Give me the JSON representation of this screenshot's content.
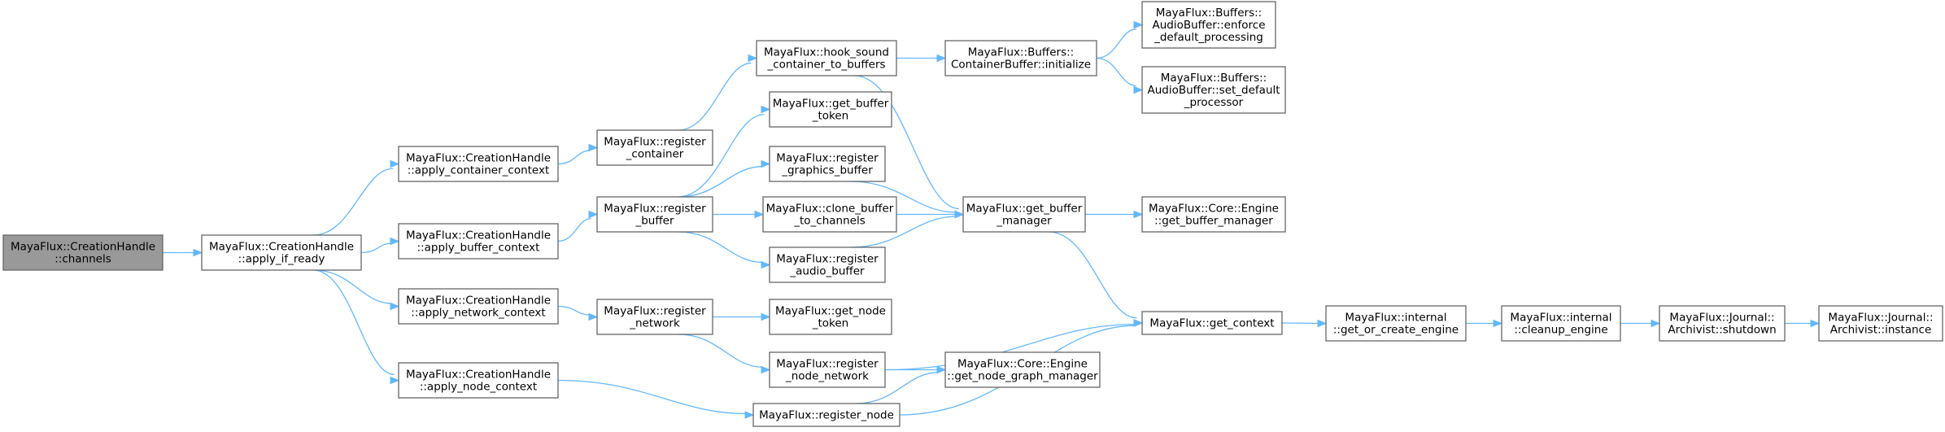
{
  "nodes": {
    "n_channels": [
      "MayaFlux::CreationHandle",
      "::channels"
    ],
    "n_apply_if_ready": [
      "MayaFlux::CreationHandle",
      "::apply_if_ready"
    ],
    "n_apply_container_context": [
      "MayaFlux::CreationHandle",
      "::apply_container_context"
    ],
    "n_apply_buffer_context": [
      "MayaFlux::CreationHandle",
      "::apply_buffer_context"
    ],
    "n_apply_network_context": [
      "MayaFlux::CreationHandle",
      "::apply_network_context"
    ],
    "n_apply_node_context": [
      "MayaFlux::CreationHandle",
      "::apply_node_context"
    ],
    "n_register_container": [
      "MayaFlux::register",
      "_container"
    ],
    "n_register_buffer": [
      "MayaFlux::register",
      "_buffer"
    ],
    "n_register_network": [
      "MayaFlux::register",
      "_network"
    ],
    "n_register_node": [
      "MayaFlux::register_node"
    ],
    "n_hook_sound": [
      "MayaFlux::hook_sound",
      "_container_to_buffers"
    ],
    "n_get_buffer_token": [
      "MayaFlux::get_buffer",
      "_token"
    ],
    "n_register_graphics_buffer": [
      "MayaFlux::register",
      "_graphics_buffer"
    ],
    "n_clone_buffer": [
      "MayaFlux::clone_buffer",
      "_to_channels"
    ],
    "n_register_audio_buffer": [
      "MayaFlux::register",
      "_audio_buffer"
    ],
    "n_get_node_token": [
      "MayaFlux::get_node",
      "_token"
    ],
    "n_register_node_network": [
      "MayaFlux::register",
      "_node_network"
    ],
    "n_container_initialize": [
      "MayaFlux::Buffers::",
      "ContainerBuffer::initialize"
    ],
    "n_get_buffer_manager": [
      "MayaFlux::get_buffer",
      "_manager"
    ],
    "n_get_node_graph_manager": [
      "MayaFlux::Core::Engine",
      "::get_node_graph_manager"
    ],
    "n_enforce_default": [
      "MayaFlux::Buffers::",
      "AudioBuffer::enforce",
      "_default_processing"
    ],
    "n_set_default_processor": [
      "MayaFlux::Buffers::",
      "AudioBuffer::set_default",
      "_processor"
    ],
    "n_engine_get_buffer_manager": [
      "MayaFlux::Core::Engine",
      "::get_buffer_manager"
    ],
    "n_get_context": [
      "MayaFlux::get_context"
    ],
    "n_get_or_create_engine": [
      "MayaFlux::internal",
      "::get_or_create_engine"
    ],
    "n_cleanup_engine": [
      "MayaFlux::internal",
      "::cleanup_engine"
    ],
    "n_archivist_shutdown": [
      "MayaFlux::Journal::",
      "Archivist::shutdown"
    ],
    "n_archivist_instance": [
      "MayaFlux::Journal::",
      "Archivist::instance"
    ]
  },
  "colors": {
    "edge": "#63b8ff",
    "root_fill": "#999999",
    "node_border": "#666666",
    "node_fill": "#ffffff"
  }
}
